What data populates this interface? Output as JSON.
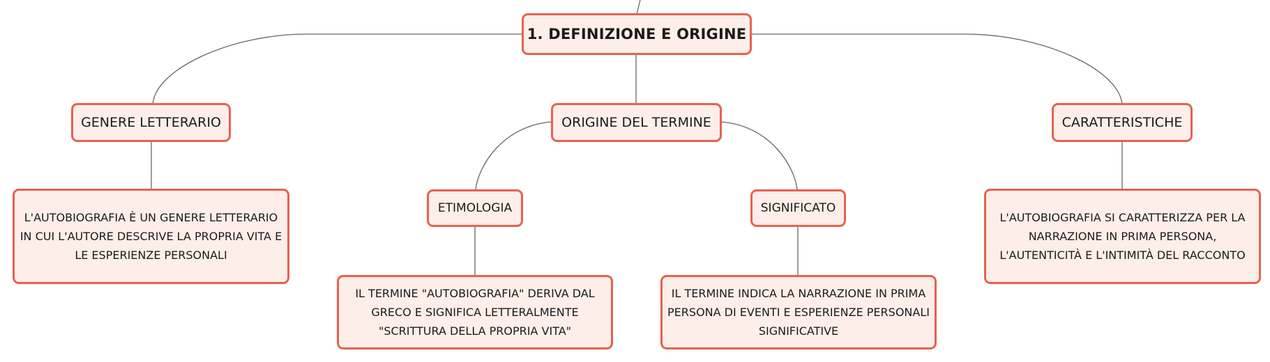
{
  "mindmap": {
    "root": "1. DEFINIZIONE E ORIGINE",
    "branches": [
      {
        "title": "GENERE LETTERARIO",
        "description": "L'AUTOBIOGRAFIA È UN GENERE LETTERARIO IN CUI L'AUTORE DESCRIVE LA PROPRIA VITA E LE ESPERIENZE PERSONALI"
      },
      {
        "title": "ORIGINE DEL TERMINE",
        "children": [
          {
            "title": "ETIMOLOGIA",
            "description": "IL TERMINE \"AUTOBIOGRAFIA\" DERIVA DAL GRECO E SIGNIFICA LETTERALMENTE \"SCRITTURA DELLA PROPRIA VITA\""
          },
          {
            "title": "SIGNIFICATO",
            "description": "IL TERMINE INDICA LA NARRAZIONE IN PRIMA PERSONA DI EVENTI E ESPERIENZE PERSONALI SIGNIFICATIVE"
          }
        ]
      },
      {
        "title": "CARATTERISTICHE",
        "description": "L'AUTOBIOGRAFIA SI CARATTERIZZA PER LA NARRAZIONE IN PRIMA PERSONA, L'AUTENTICITÀ E L'INTIMITÀ DEL RACCONTO"
      }
    ],
    "colors": {
      "node_border": "#e8614f",
      "node_fill": "#fdeee9",
      "text": "#1b1b1b",
      "connector": "#666666"
    }
  }
}
